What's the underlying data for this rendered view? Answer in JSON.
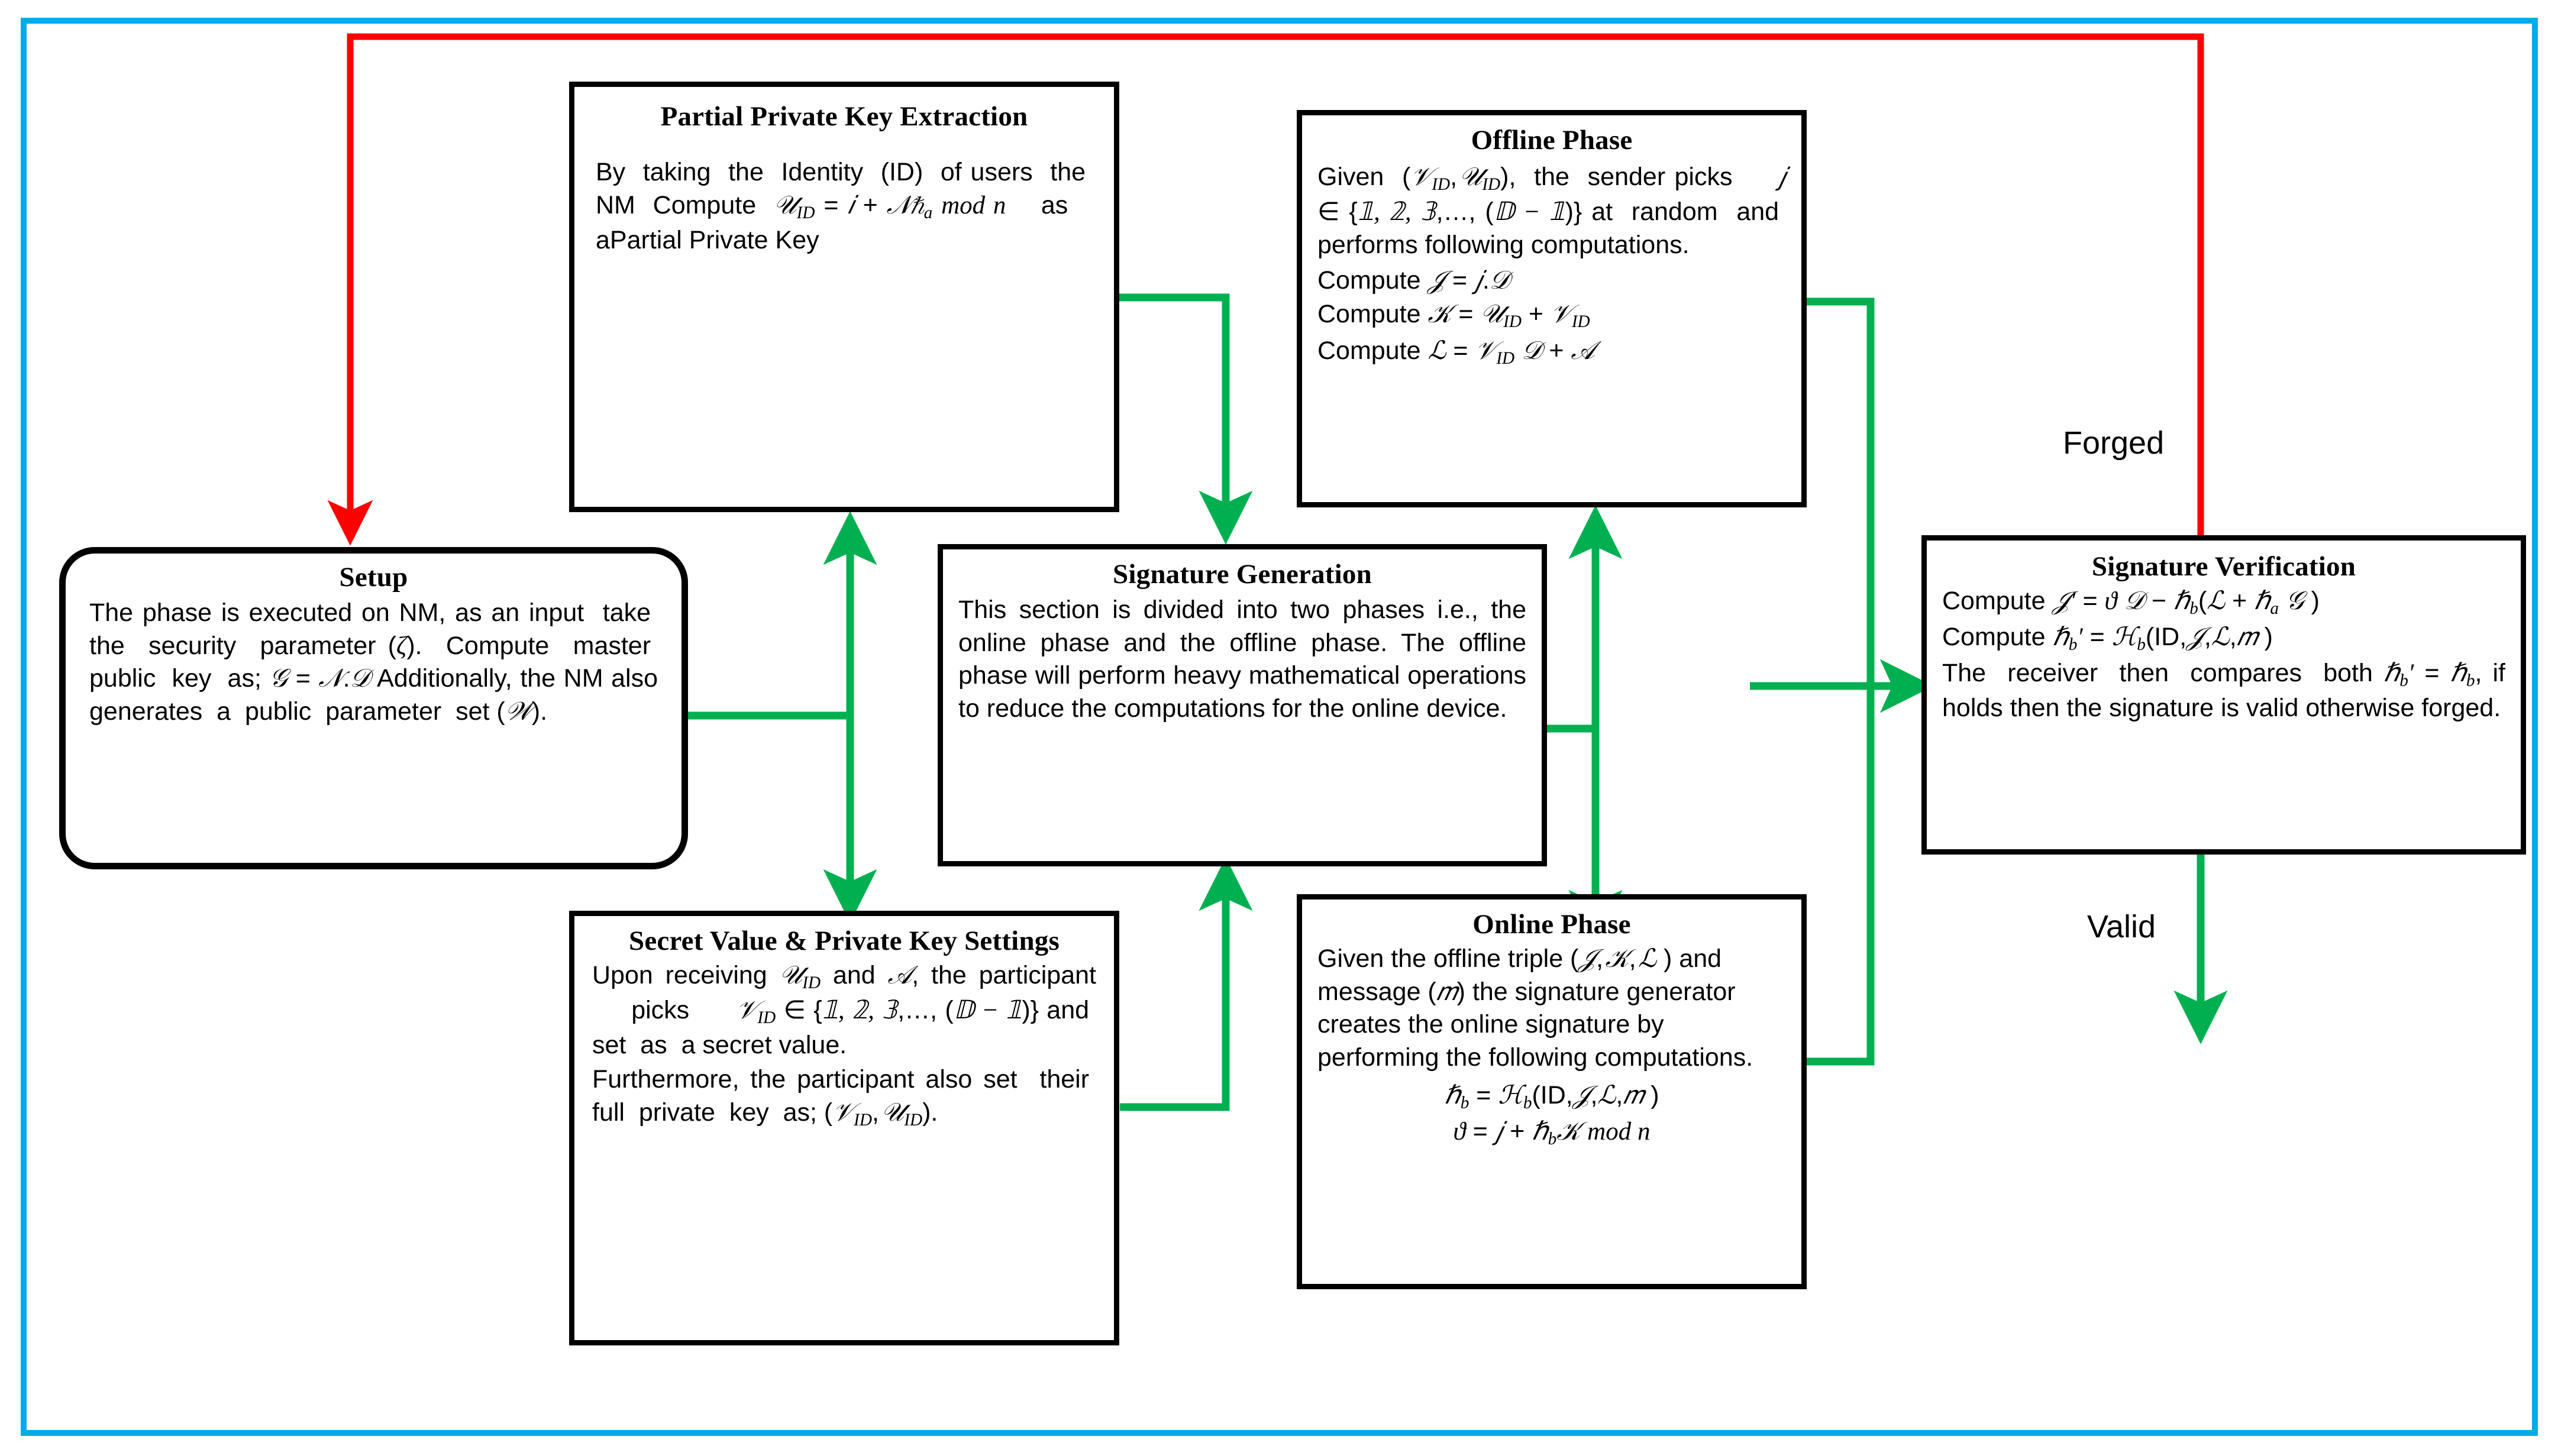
{
  "diagram": {
    "title_present": false,
    "border_color": "#00ace8",
    "arrow_green": "#00b050",
    "arrow_red": "#ff0000",
    "box_border": "#000000"
  },
  "boxes": {
    "partial_private_key": {
      "title": "Partial Private Key Extraction",
      "body_lines": [
        "By taking the Identity (ID) of users the NM Compute 𝒰",
        "ID",
        " = 𝑖 + 𝒩ℏ",
        "a",
        " 𝑚𝑜𝑑 𝑛    as    aPartial Private Key"
      ],
      "body_text": "By taking the Identity (ID) of users the NM Compute"
    },
    "offline_phase": {
      "title": "Offline Phase",
      "lines": [
        "Given (𝒱ID, 𝒰ID), the sender picks 𝑗 ∈ {𝟙, 𝟚, 𝟛, … , (𝕞 − 𝟙)} at random and performs following computations.",
        "Compute 𝒥 = 𝑗. 𝒩",
        "Compute 𝒦 = 𝒰ID + 𝒱ID",
        "Compute ℒ = 𝒱ID 𝒩 + 𝒜"
      ]
    },
    "setup": {
      "title": "Setup",
      "body": "The phase is executed on NM, as an input take the security parameter (ζ). Compute master public key as; 𝒢 = 𝒩.𝒩 Additionally, the NM also generates a public parameter set (𝒲)."
    },
    "signature_generation": {
      "title": "Signature Generation",
      "body": "This section is divided into two phases i.e., the online phase and the offline phase. The offline phase will perform heavy mathematical operations to reduce the computations for the online device."
    },
    "signature_verification": {
      "title": "Signature Verification",
      "lines": [
        "Compute 𝒥′ = 𝛉 𝒩 − ℏʙ(ℒ + ℏₐ 𝒢 )",
        "Compute ℏʙ′ = ℋʙ(ID, 𝒥, ℒ, 𝑚 )",
        "The receiver then compares both ℏʙ′ = ℏʙ, if holds then the signature is valid otherwise forged."
      ]
    },
    "secret_value": {
      "title": "Secret Value & Private Key Settings",
      "lines": [
        "Upon receiving 𝒰ID and 𝒜, the participant picks 𝒱ID ∈ {𝟙, 𝟚, 𝟛, … , (𝕞 − 𝟙)} and set as a secret value.",
        "Furthermore, the participant also set their full private key as; (𝒱ID, 𝒰ID)."
      ]
    },
    "online_phase": {
      "title": "Online  Phase",
      "lines": [
        "Given the offline triple (𝒥, 𝒦, ℒ ) and message (𝑚) the signature generator creates the online signature by performing the following computations.",
        "ℏʙ = ℋʙ(ID, 𝒥, ℒ, 𝑚 )",
        "𝛉 = 𝑗 + ℏʙ𝒦  𝑚𝑜𝑑 𝑛"
      ]
    }
  },
  "labels": {
    "forged": "Forged",
    "valid": "Valid"
  }
}
